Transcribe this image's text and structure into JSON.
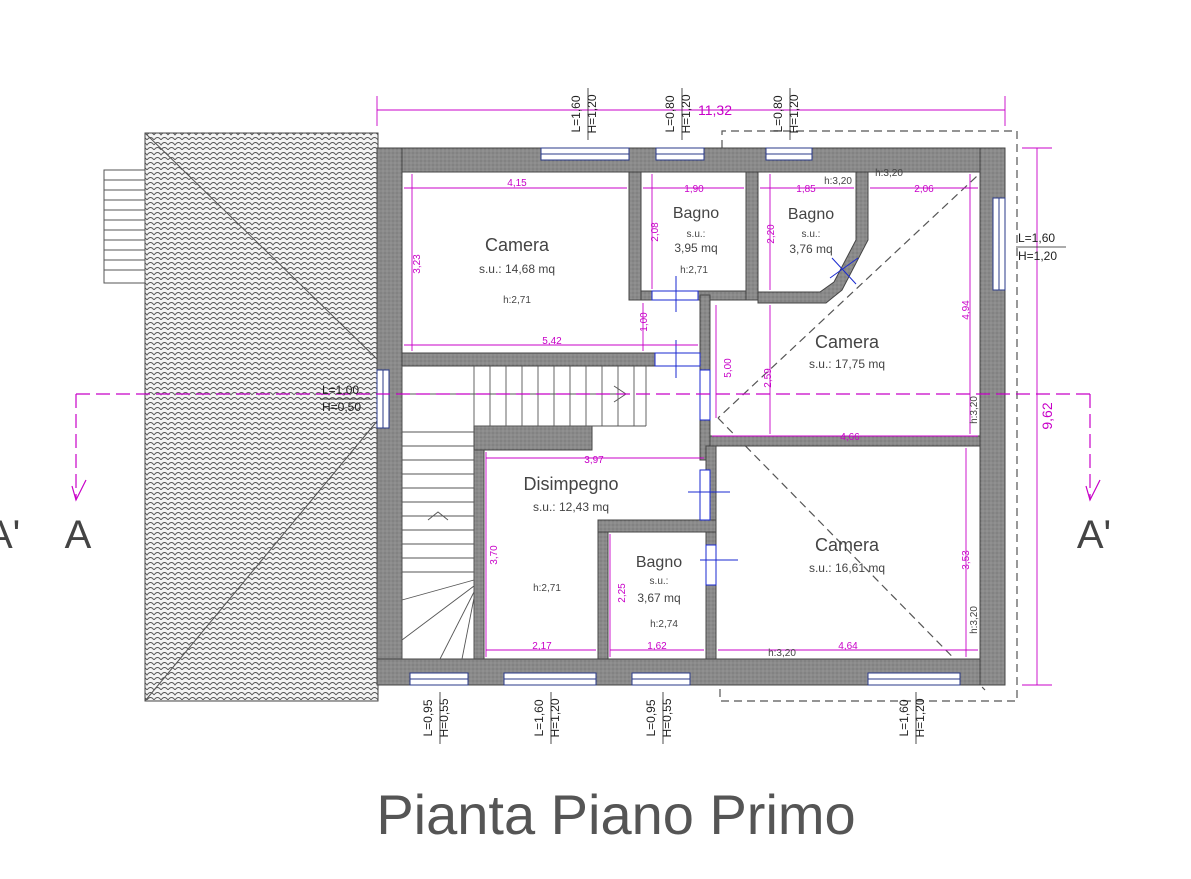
{
  "title": "Pianta Piano Primo",
  "section": {
    "left": "A",
    "right": "A'",
    "left_edge": "A'"
  },
  "overall": {
    "width": "11,32",
    "height": "9,62"
  },
  "rooms": [
    {
      "name": "Camera",
      "area": "s.u.: 14,68 mq",
      "height": "h:2,71"
    },
    {
      "name": "Bagno",
      "area_label": "s.u.:",
      "area": "3,95 mq",
      "height": "h:2,71"
    },
    {
      "name": "Bagno",
      "area_label": "s.u.:",
      "area": "3,76 mq"
    },
    {
      "name": "Camera",
      "area": "s.u.: 17,75 mq"
    },
    {
      "name": "Disimpegno",
      "area": "s.u.: 12,43 mq",
      "height": "h:2,71"
    },
    {
      "name": "Bagno",
      "area_label": "s.u.:",
      "area": "3,67 mq",
      "height": "h:2,74"
    },
    {
      "name": "Camera",
      "area": "s.u.: 16,61 mq"
    }
  ],
  "dimensions": {
    "d1": "4,15",
    "d2": "1,90",
    "d3": "1,85",
    "d4": "2,06",
    "d5": "3,23",
    "d6": "2,08",
    "d7": "2,20",
    "d8": "5,42",
    "d9": "1,00",
    "d10": "5,00",
    "d11": "2,59",
    "d12": "4,94",
    "d13": "4,66",
    "d14": "3,97",
    "d15": "3,70",
    "d16": "2,25",
    "d17": "3,53",
    "d18": "2,17",
    "d19": "1,62",
    "d20": "4,64"
  },
  "heights": {
    "h1": "h:3,20",
    "h2": "h:3,20",
    "h3": "h:3,20",
    "h4": "h:3,20",
    "h5": "h:3,20"
  },
  "windows": {
    "w_top1_l": "L=1,60",
    "w_top1_h": "H=1,20",
    "w_top2_l": "L=0,80",
    "w_top2_h": "H=1,20",
    "w_top3_l": "L=0,80",
    "w_top3_h": "H=1,20",
    "w_right_l": "L=1,60",
    "w_right_h": "H=1,20",
    "w_left_l": "L=1,00",
    "w_left_h": "H=0,50",
    "w_bot1_l": "L=0,95",
    "w_bot1_h": "H=0,55",
    "w_bot2_l": "L=1,60",
    "w_bot2_h": "H=1,20",
    "w_bot3_l": "L=0,95",
    "w_bot3_h": "H=0,55",
    "w_bot4_l": "L=1,60",
    "w_bot4_h": "H=1,20"
  }
}
